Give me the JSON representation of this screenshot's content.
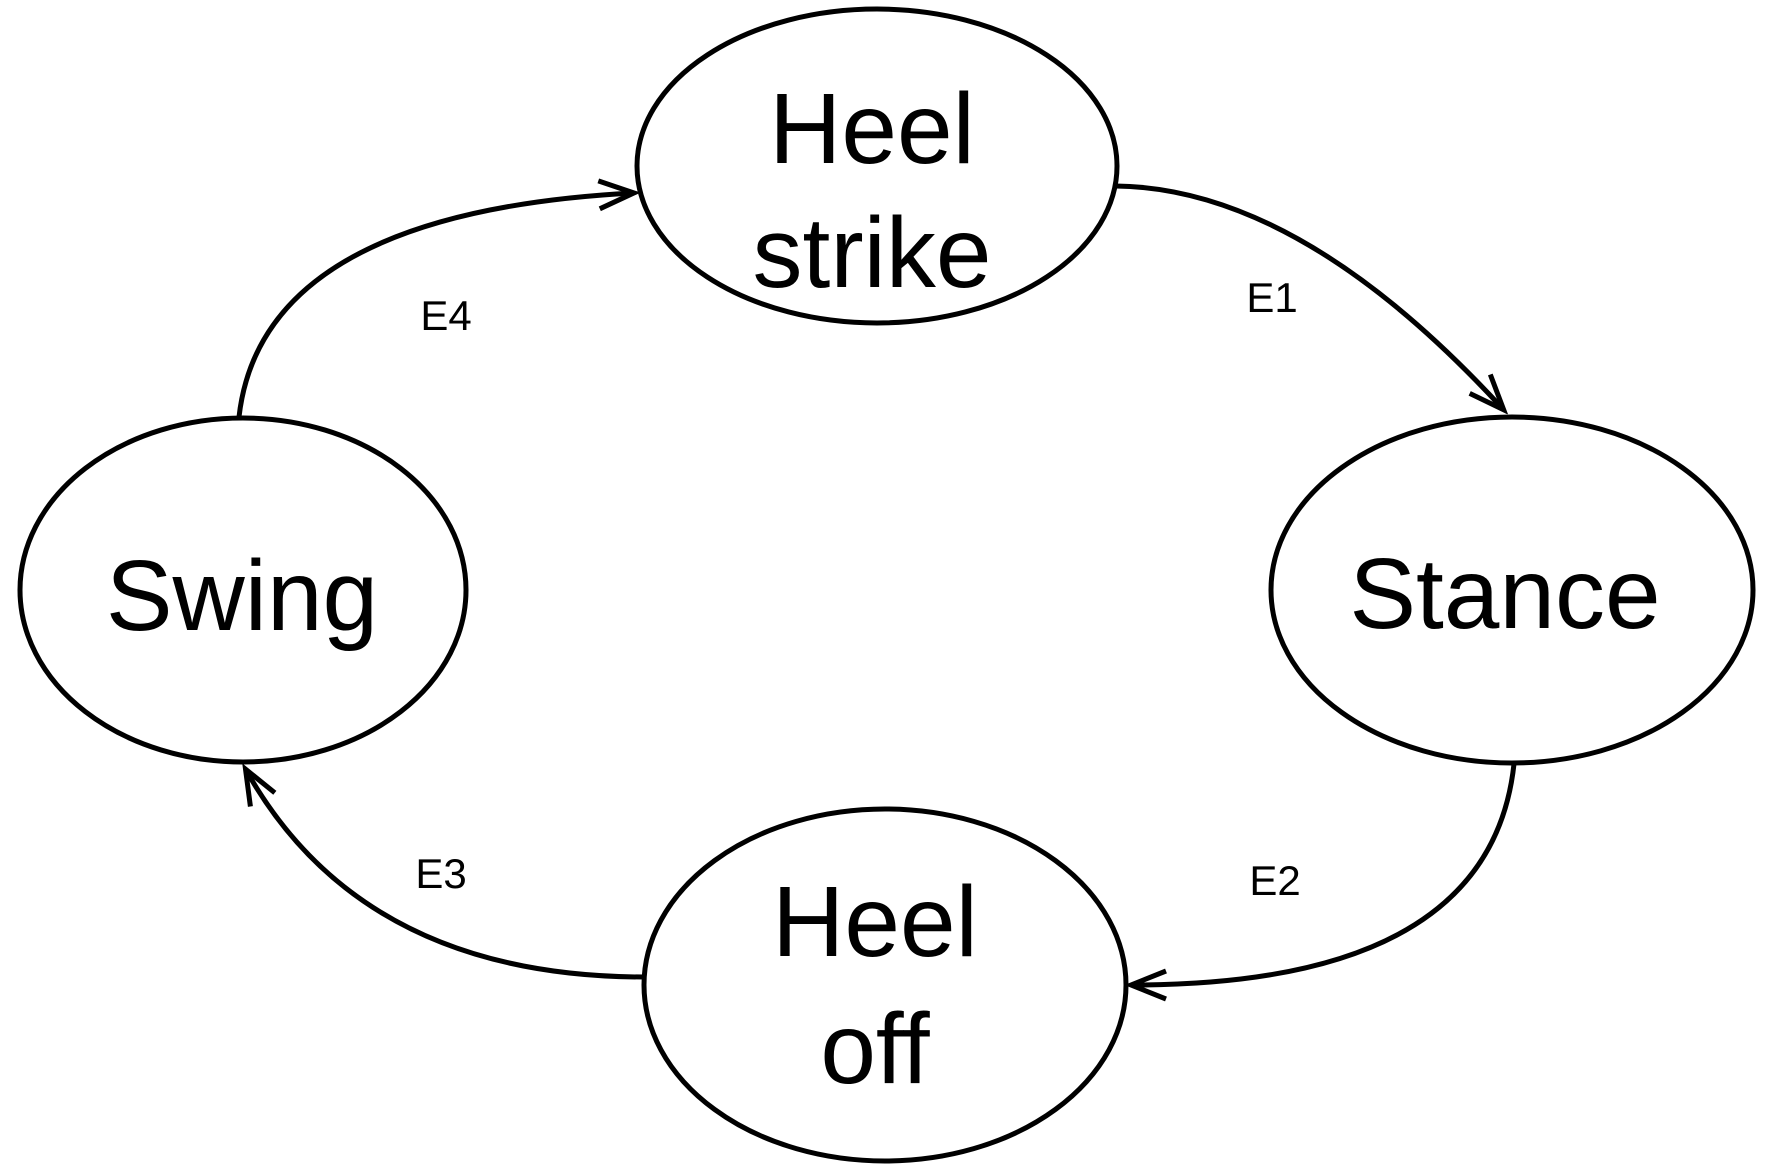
{
  "diagram": {
    "kind": "state-cycle-diagram",
    "colors": {
      "background": "#ffffff",
      "stroke": "#000000",
      "text": "#000000"
    },
    "nodes": [
      {
        "id": "heel-strike",
        "label": "Heel strike",
        "line1": "Heel",
        "line2": "strike"
      },
      {
        "id": "stance",
        "label": "Stance",
        "line1": "Stance"
      },
      {
        "id": "heel-off",
        "label": "Heel off",
        "line1": "Heel",
        "line2": "off"
      },
      {
        "id": "swing",
        "label": "Swing",
        "line1": "Swing"
      }
    ],
    "edges": [
      {
        "id": "E1",
        "label": "E1",
        "from": "Heel strike",
        "to": "Stance"
      },
      {
        "id": "E2",
        "label": "E2",
        "from": "Stance",
        "to": "Heel off"
      },
      {
        "id": "E3",
        "label": "E3",
        "from": "Heel off",
        "to": "Swing"
      },
      {
        "id": "E4",
        "label": "E4",
        "from": "Swing",
        "to": "Heel strike"
      }
    ]
  }
}
